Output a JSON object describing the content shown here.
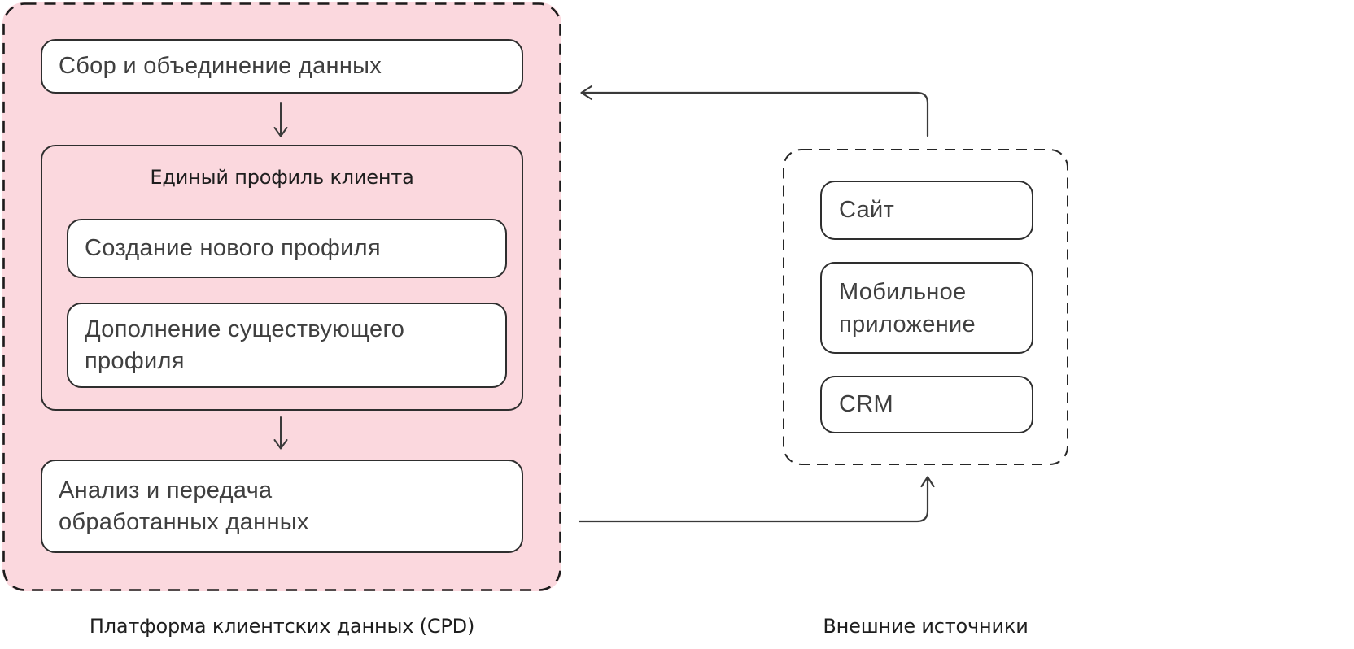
{
  "diagram": {
    "cdp": {
      "caption": "Платформа клиентских данных (CPD)",
      "collect": "Сбор и объединение данных",
      "profile": {
        "title": "Единый профиль клиента",
        "create": "Создание нового профиля",
        "enrich": "Дополнение существующего\nпрофиля"
      },
      "analyze": "Анализ и передача\nобработанных данных"
    },
    "external": {
      "caption": "Внешние источники",
      "items": [
        "Сайт",
        "Мобильное\nприложение",
        "CRM"
      ]
    },
    "colors": {
      "pink_fill": "#fbd8de",
      "dash_border": "#1c1c1c",
      "box_border": "#2e2e2e",
      "arrow": "#3a3a3a",
      "text": "#3f3f3f",
      "background": "#ffffff"
    }
  }
}
